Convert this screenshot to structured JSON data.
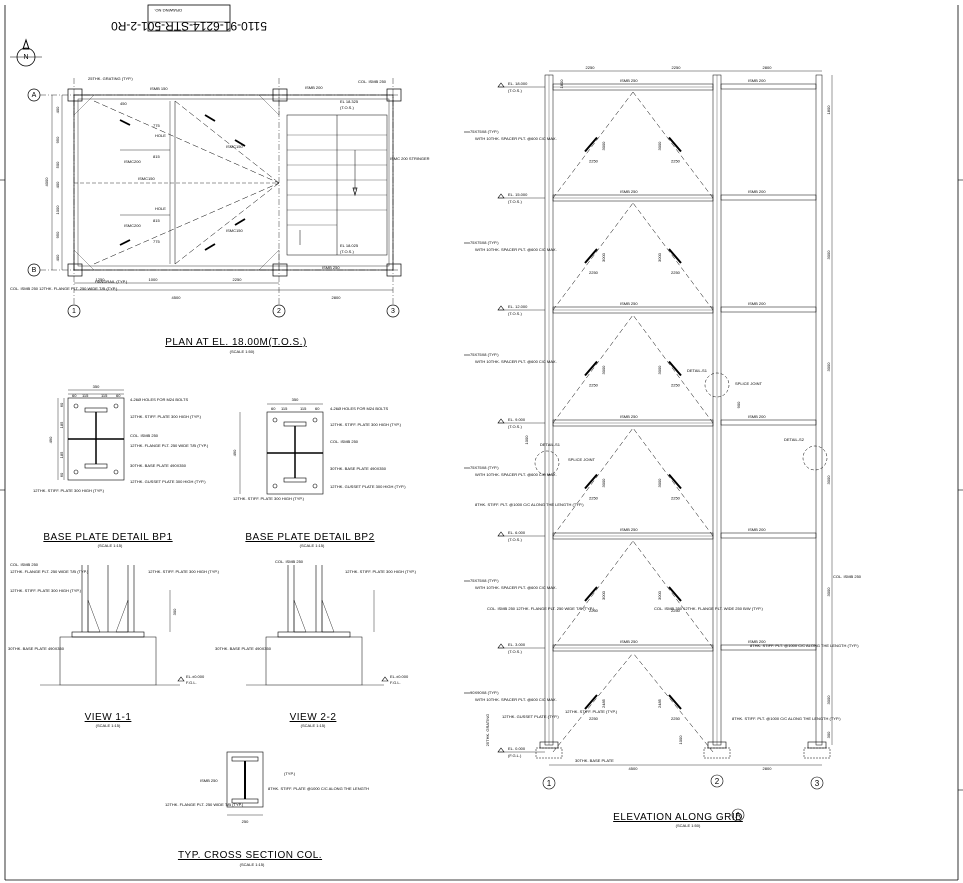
{
  "drawing_no": {
    "label": "DRAWING NO.",
    "value": "5110-91-6214-STR-501-2-R0"
  },
  "north": "N",
  "plan": {
    "title": "PLAN AT EL. 18.00M(T.O.S.)",
    "scale": "(SCALE 1:50)",
    "grid_rows": [
      "A",
      "B"
    ],
    "grid_cols": [
      "1",
      "2",
      "3"
    ],
    "dims_bottom": [
      "1250",
      "1000",
      "2250",
      "4500",
      "2800"
    ],
    "dims_left": [
      "4000",
      "400",
      "950",
      "500",
      "400",
      "1000",
      "950",
      "400"
    ],
    "labels": {
      "grating": "25THK. GRATING (TYP.)",
      "ismb150": "ISMB 150",
      "ismb200": "ISMB 200",
      "ismc150": "ISMC150",
      "ismc200": "ISMC200",
      "ismc200_stringer": "ISMC 200 STRINGER",
      "ismb250": "ISMB 250",
      "col250": "COL. ISMB 250",
      "handrail": "HANDRAIL (TYP.)",
      "el18325": "EL 18.325",
      "el18025": "EL 18.025",
      "el_tos": "(T.O.S.)",
      "bottom_note": "COL. ISMB 250 12THK. FLANGE PLT. 250 WIDE T/B (TYP.)",
      "hole": "HOLE",
      "sizes": [
        "775",
        "815",
        "815",
        "775",
        "450"
      ]
    }
  },
  "bp1": {
    "title": "BASE PLATE DETAIL BP1",
    "scale": "(SCALE 1:15)",
    "dims_top": [
      "350",
      "60",
      "115",
      "115",
      "60"
    ],
    "dims_left": [
      "490",
      "60",
      "185",
      "185",
      "60"
    ],
    "notes": [
      "4-26Ø HOLES FOR M24 BOLTS",
      "12THK. STIFF. PLATE 300 HIGH (TYP.)",
      "COL. ISMB 250",
      "12THK. FLANGE PLT. 250 WIDE T/B (TYP.)",
      "30THK. BASE PLATE 490X350",
      "12THK. STIFF. PLATE 300 HIGH (TYP.)",
      "12THK. GUSSET PLATE 300 HIGH (TYP.)"
    ]
  },
  "bp2": {
    "title": "BASE PLATE DETAIL BP2",
    "scale": "(SCALE 1:15)",
    "dims_top": [
      "350",
      "60",
      "115",
      "115",
      "60"
    ],
    "dims_left": [
      "490"
    ],
    "notes": [
      "4-26Ø HOLES FOR M24 BOLTS",
      "12THK. STIFF. PLATE 300 HIGH (TYP.)",
      "COL. ISMB 250",
      "30THK. BASE PLATE 490X350",
      "12THK. GUSSET PLATE 300 HIGH (TYP.)",
      "12THK. STIFF. PLATE 300 HIGH (TYP.)"
    ]
  },
  "view11": {
    "title": "VIEW 1-1",
    "scale": "(SCALE 1:15)",
    "notes": [
      "COL. ISMB 250",
      "12THK. FLANGE PLT. 250 WIDE T/B (TYP.)",
      "12THK. STIFF. PLATE 300 HIGH (TYP.)",
      "12THK. STIFF. PLATE 300 HIGH (TYP.)",
      "30THK. BASE PLATE 490X350",
      "EL.±0.000",
      "F.G.L."
    ]
  },
  "view22": {
    "title": "VIEW 2-2",
    "scale": "(SCALE 1:15)",
    "notes": [
      "COL. ISMB 250",
      "12THK. STIFF. PLATE 300 HIGH (TYP.)",
      "30THK. BASE PLATE 490X350",
      "EL.±0.000",
      "F.G.L."
    ]
  },
  "xsec": {
    "title": "TYP. CROSS SECTION COL.",
    "scale": "(SCALE 1:15)",
    "notes": [
      "ISMB 250",
      "12THK. FLANGE PLT. 250 WIDE T/B (TYP.)",
      "8THK. STIFF. PLATE @1000 C/C ALONG THE LENGTH",
      "(TYP.)"
    ],
    "dim": "250"
  },
  "elevation": {
    "title": "ELEVATION ALONG GRID",
    "grid_ref": "A",
    "scale": "(SCALE 1:50)",
    "grid_cols": [
      "1",
      "2",
      "3"
    ],
    "dims_top": [
      "2250",
      "2250",
      "2800"
    ],
    "dims_bottom": [
      "4500",
      "2800"
    ],
    "levels": [
      {
        "name": "EL. 18.000",
        "sub": "(T.O.S.)"
      },
      {
        "name": "EL. 15.000",
        "sub": "(T.O.S.)"
      },
      {
        "name": "EL. 12.000",
        "sub": "(T.O.S.)"
      },
      {
        "name": "EL. 9.000",
        "sub": "(T.O.S.)"
      },
      {
        "name": "EL. 6.000",
        "sub": "(T.O.S.)"
      },
      {
        "name": "EL. 3.000",
        "sub": "(T.O.S.)"
      },
      {
        "name": "EL. 0.000",
        "sub": "(F.G.L.)"
      }
    ],
    "beam250": "ISMB 250",
    "beam200": "ISMB 200",
    "brace_labels": [
      "75X75X8 (TYP.)",
      "WITH 10THK. SPACER PLT. @600 C/C MAX."
    ],
    "brace_bottom": "90X90X8 (TYP.)",
    "brace_dims": [
      "2250",
      "3000",
      "2250",
      "3000"
    ],
    "brace_dims_bottom": [
      "2250",
      "2485",
      "2485",
      "2250"
    ],
    "right_dims": [
      "1800",
      "3000",
      "3000",
      "3000",
      "3000",
      "3000",
      "300"
    ],
    "notes": {
      "detail_s1": "DETAIL-S1",
      "detail_s2": "DETAIL-S2",
      "splice": "SPLICE JOINT",
      "splice_dim": "900",
      "stiff_left": "8THK. STIFF. PLT. @1000 C/C ALONG THE LENGTH (TYP.)",
      "stiff_right": "8THK. STIFF. PLT. @1000 C/C ALONG THE LENGTH (TYP.)",
      "col_left": "COL. ISMB 250 12THK. FLANGE PLT. 250 WIDE T/B (TYP.)",
      "col_mid": "COL. ISMB 350 12THK. FLANGE PLT. WIDE 250 B/W (TYP.)",
      "col_right": "COL. ISMB 250",
      "gusset": "12THK. GUSSET PLATE (TYP.)",
      "stiff12": "12THK. STIFF. PLATE (TYP.)",
      "stiff8": "8THK. STIFF. PLT. @1000 C/C ALONG THE LENGTH (TYP.)",
      "base": "30THK. BASE PLATE",
      "grating": "25THK. GRATING",
      "dim1000": "1000",
      "dim1800": "1800"
    }
  }
}
